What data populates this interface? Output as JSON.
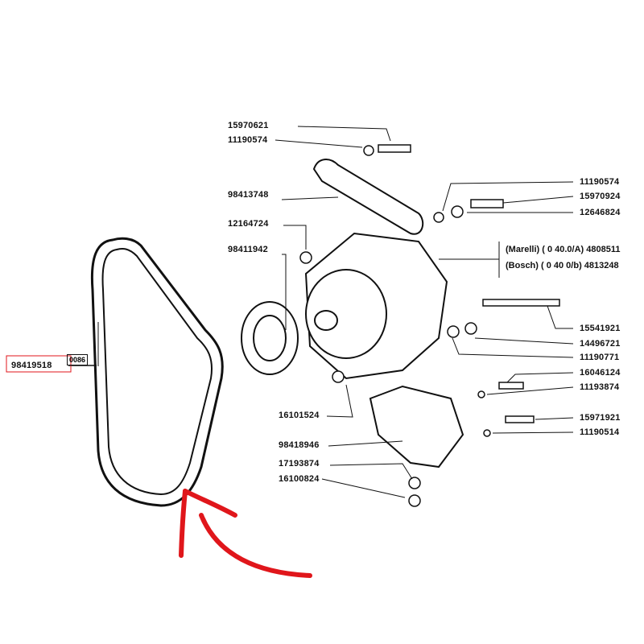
{
  "belt": {
    "part_number": "98419518",
    "code": "0086"
  },
  "left_labels": [
    "15970621",
    "11190574",
    "98413748",
    "12164724",
    "98411942"
  ],
  "bottom_labels": [
    "16101524",
    "98418946",
    "17193874",
    "16100824"
  ],
  "right_labels": [
    "11190574",
    "15970924",
    "12646824",
    "15541921",
    "14496721",
    "11190771",
    "16046124",
    "11193874",
    "15971921",
    "11190514"
  ],
  "alternator": {
    "marelli": "(Marelli) (  0 40.0/A) 4808511",
    "bosch": "(Bosch)  (  0 40 0/b) 4813248"
  },
  "colors": {
    "highlight": "#e0161b",
    "ink": "#111111"
  }
}
